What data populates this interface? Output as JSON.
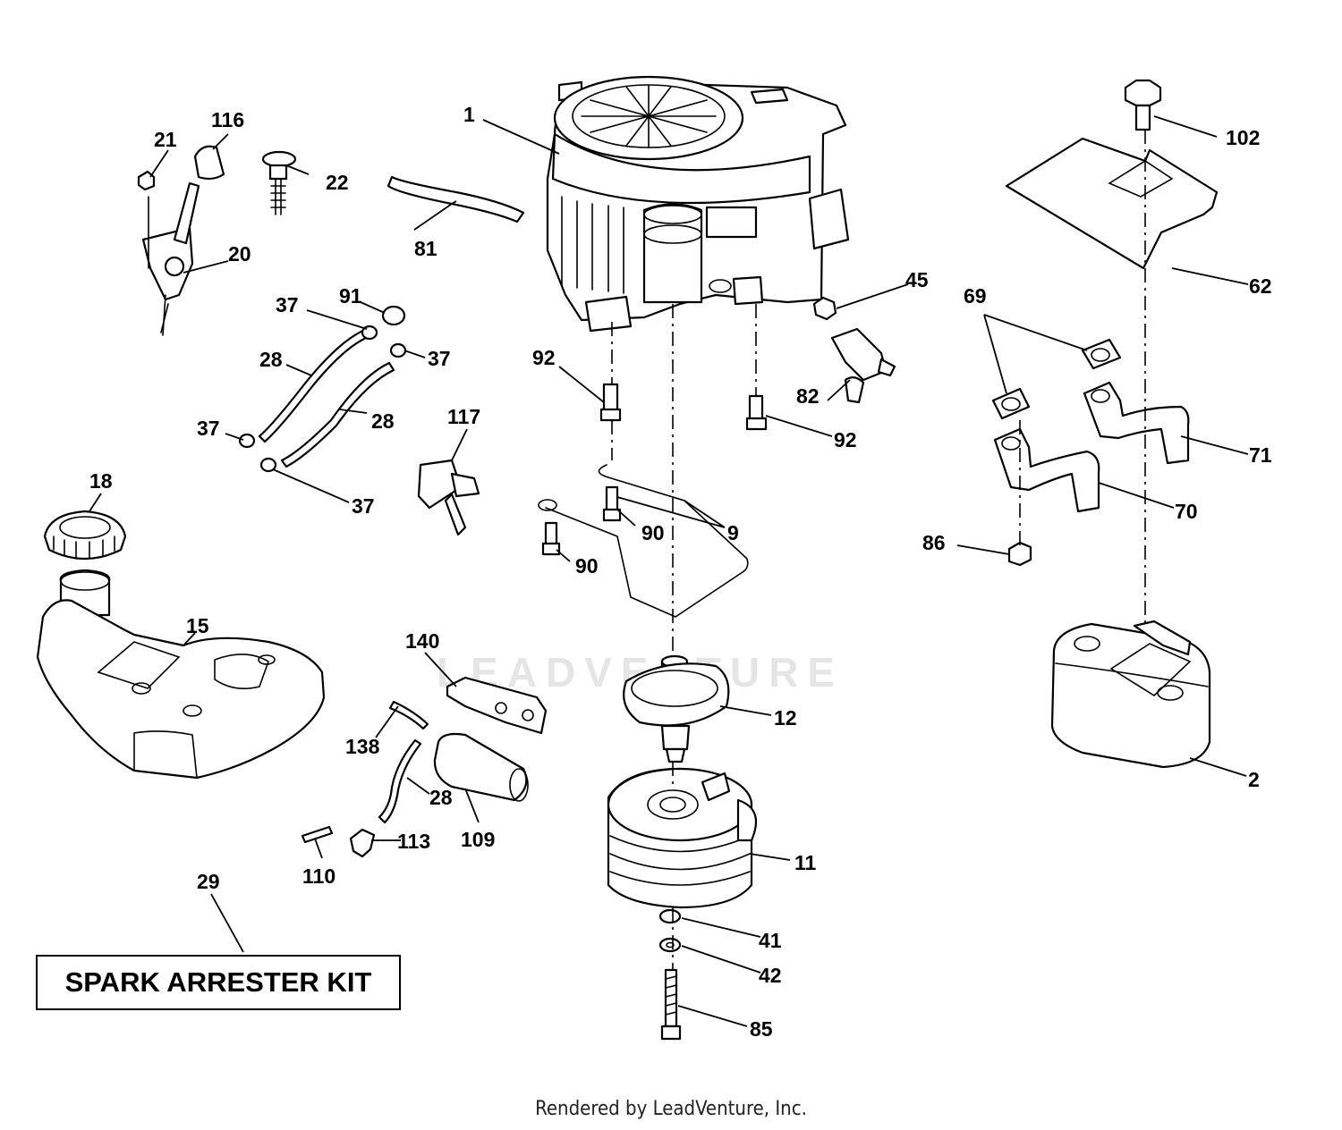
{
  "watermark": "LEADVENTURE",
  "footer": {
    "credit": "Rendered by LeadVenture, Inc."
  },
  "kit": {
    "callout": "29",
    "label": "SPARK ARRESTER KIT"
  },
  "callouts": {
    "c1": "1",
    "c2": "2",
    "c9": "9",
    "c11": "11",
    "c12": "12",
    "c15": "15",
    "c18": "18",
    "c20": "20",
    "c21": "21",
    "c22": "22",
    "c28a": "28",
    "c28b": "28",
    "c28c": "28",
    "c37a": "37",
    "c37b": "37",
    "c37c": "37",
    "c37d": "37",
    "c41": "41",
    "c42": "42",
    "c45": "45",
    "c62": "62",
    "c69": "69",
    "c70": "70",
    "c71": "71",
    "c81": "81",
    "c82": "82",
    "c85": "85",
    "c86": "86",
    "c90a": "90",
    "c90b": "90",
    "c91": "91",
    "c92a": "92",
    "c92b": "92",
    "c102": "102",
    "c109": "109",
    "c110": "110",
    "c113": "113",
    "c116": "116",
    "c117": "117",
    "c138": "138",
    "c140": "140"
  },
  "icons": {
    "engine": "engine-icon",
    "muffler": "muffler-icon",
    "fuel_tank": "fuel-tank-icon",
    "clutch": "electric-clutch-icon",
    "pulley": "pulley-icon",
    "heat_shield": "heat-shield-icon"
  }
}
